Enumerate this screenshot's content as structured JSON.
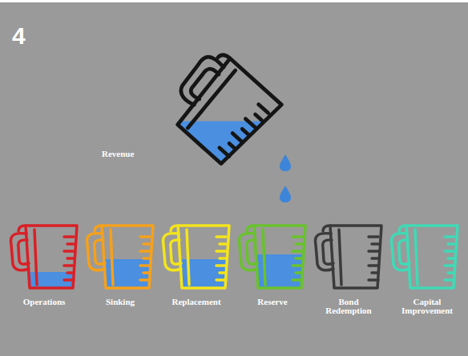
{
  "diagram": {
    "nodes": [
      {
        "text": [
          "Revenue"
        ]
      },
      {
        "text": [
          "Operations"
        ]
      },
      {
        "text": [
          "Sinking"
        ]
      },
      {
        "text": [
          "Replacement"
        ]
      },
      {
        "text": [
          "Reserve"
        ]
      },
      {
        "text": [
          "Bond Redemption"
        ]
      },
      {
        "text": [
          "Capital Improvement"
        ]
      }
    ],
    "labels": [
      "4"
    ]
  }
}
